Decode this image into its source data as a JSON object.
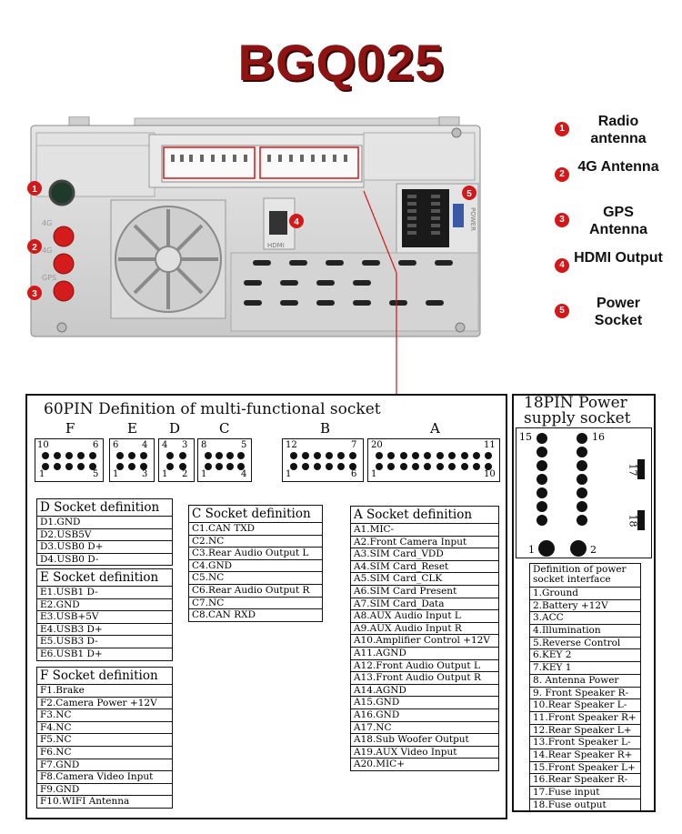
{
  "title": "BGQ025",
  "callouts": [
    {
      "num": "1",
      "label": "Radio antenna"
    },
    {
      "num": "2",
      "label": "4G Antenna"
    },
    {
      "num": "3",
      "label": "GPS Antenna"
    },
    {
      "num": "4",
      "label": "HDMI Output"
    },
    {
      "num": "5",
      "label": "Power Socket"
    }
  ],
  "device": {
    "port_labels": {
      "p4g_a": "4G",
      "p4g_b": "4G",
      "gps": "GPS",
      "hdmi": "HDMI",
      "power": "POWER"
    }
  },
  "socket60": {
    "heading": "60PIN Definition of multi-functional socket",
    "letters": {
      "F": "F",
      "E": "E",
      "D": "D",
      "C": "C",
      "B": "B",
      "A": "A"
    },
    "pin_numbers": {
      "F_tl": "10",
      "F_tr": "6",
      "F_bl": "1",
      "F_br": "5",
      "E_tl": "6",
      "E_tr": "4",
      "E_bl": "1",
      "E_br": "3",
      "D_tl": "4",
      "D_tr": "3",
      "D_bl": "1",
      "D_br": "2",
      "C_tl": "8",
      "C_tr": "5",
      "C_bl": "1",
      "C_br": "4",
      "B_tl": "12",
      "B_tr": "7",
      "B_bl": "1",
      "B_br": "6",
      "A_tl": "20",
      "A_tr": "11",
      "A_bl": "1",
      "A_br": "10"
    }
  },
  "tables": {
    "D": {
      "title": "D Socket definition",
      "rows": [
        "D1.GND",
        "D2.USB5V",
        "D3.USB0 D+",
        "D4.USB0 D-"
      ]
    },
    "E": {
      "title": "E Socket definition",
      "rows": [
        "E1.USB1 D-",
        "E2.GND",
        "E3.USB+5V",
        "E4.USB3 D+",
        "E5.USB3 D-",
        "E6.USB1 D+"
      ]
    },
    "F": {
      "title": "F Socket definition",
      "rows": [
        "F1.Brake",
        "F2.Camera Power +12V",
        "F3.NC",
        "F4.NC",
        "F5.NC",
        "F6.NC",
        "F7.GND",
        "F8.Camera Video Input",
        "F9.GND",
        "F10.WIFI Antenna"
      ]
    },
    "C": {
      "title": "C Socket definition",
      "rows": [
        "C1.CAN TXD",
        "C2.NC",
        "C3.Rear Audio Output L",
        "C4.GND",
        "C5.NC",
        "C6.Rear Audio Output R",
        "C7.NC",
        "C8.CAN RXD"
      ]
    },
    "A": {
      "title": "A Socket definition",
      "rows": [
        "A1.MIC-",
        "A2.Front Camera Input",
        "A3.SIM Card_VDD",
        "A4.SIM Card_Reset",
        "A5.SIM Card_CLK",
        "A6.SIM Card Present",
        "A7.SIM Card_Data",
        "A8.AUX Audio Input L",
        "A9.AUX Audio Input R",
        "A10.Amplifier Control +12V",
        "A11.AGND",
        "A12.Front Audio Output L",
        "A13.Front Audio Output R",
        "A14.AGND",
        "A15.GND",
        "A16.GND",
        "A17.NC",
        "A18.Sub Woofer Output",
        "A19.AUX Video Input",
        "A20.MIC+"
      ]
    }
  },
  "socket18": {
    "heading_line1": "18PIN Power",
    "heading_line2": "supply socket",
    "pin_labels": {
      "p15": "15",
      "p16": "16",
      "p17": "17",
      "p18": "18",
      "p1": "1",
      "p2": "2"
    },
    "table_title_line1": "Definition of power",
    "table_title_line2": "socket interface",
    "rows": [
      "1.Ground",
      "2.Battery +12V",
      "3.ACC",
      "4.Illumination",
      "5.Reverse Control",
      "6.KEY 2",
      "7.KEY 1",
      "8. Antenna Power",
      "9. Front Speaker R-",
      "10.Rear Speaker L-",
      "11.Front Speaker R+",
      "12.Rear Speaker L+",
      "13.Front Speaker L-",
      "14.Rear Speaker R+",
      "15.Front Speaker L+",
      "16.Rear Speaker R-",
      "17.Fuse input",
      "18.Fuse output"
    ]
  },
  "colors": {
    "title": "#8e1414",
    "badge": "#d21818",
    "device": "#d9d9d9",
    "port_red": "#d41c1c"
  }
}
